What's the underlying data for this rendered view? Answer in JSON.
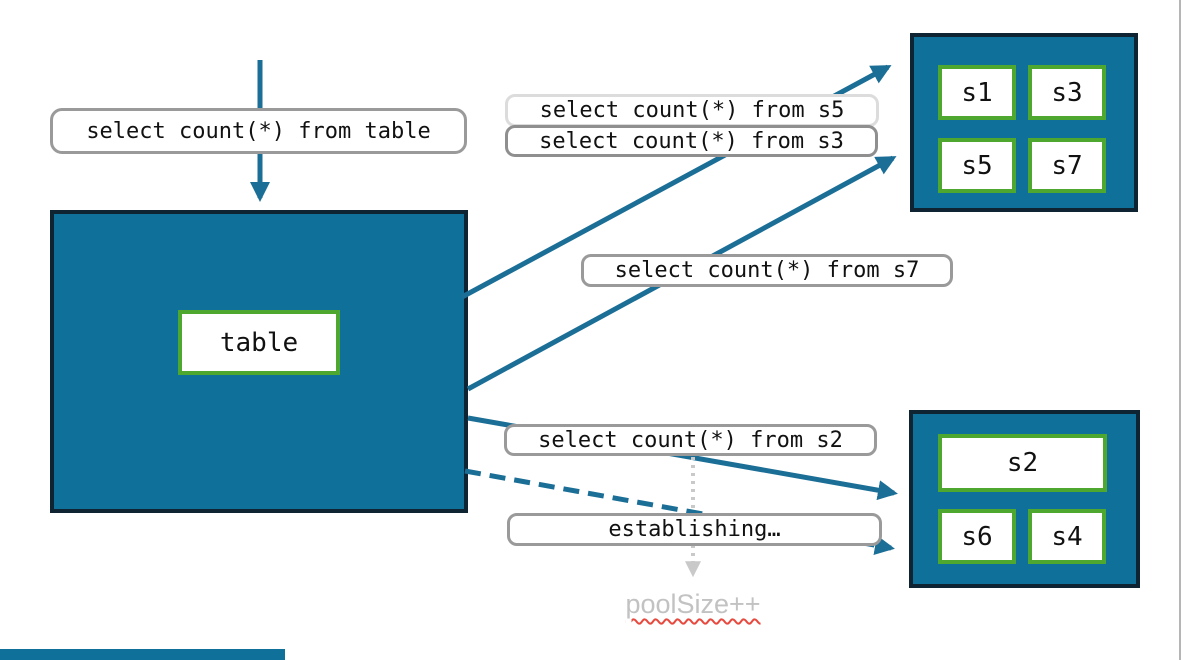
{
  "diagram": {
    "colors": {
      "teal": "#0f7199",
      "dark_border": "#0e2433",
      "green": "#4ea72e",
      "arrow": "#1b6e96",
      "label_border": "#9a9a9a",
      "label_border_light": "#dcdcdc",
      "muted_gray": "#c2c2c2",
      "squiggle_red": "#e8493e"
    },
    "query_labels": [
      {
        "text": "select count(*) from table"
      },
      {
        "text": "select count(*) from s5"
      },
      {
        "text": "select count(*) from s3"
      },
      {
        "text": "select count(*) from s7"
      },
      {
        "text": "select count(*) from s2"
      },
      {
        "text": "establishing…"
      }
    ],
    "main_table": {
      "label": "table"
    },
    "shard_group_top": {
      "shards": [
        "s1",
        "s3",
        "s5",
        "s7"
      ]
    },
    "shard_group_bottom": {
      "shards": [
        "s2",
        "s6",
        "s4"
      ]
    },
    "pool_note": "poolSize++"
  }
}
